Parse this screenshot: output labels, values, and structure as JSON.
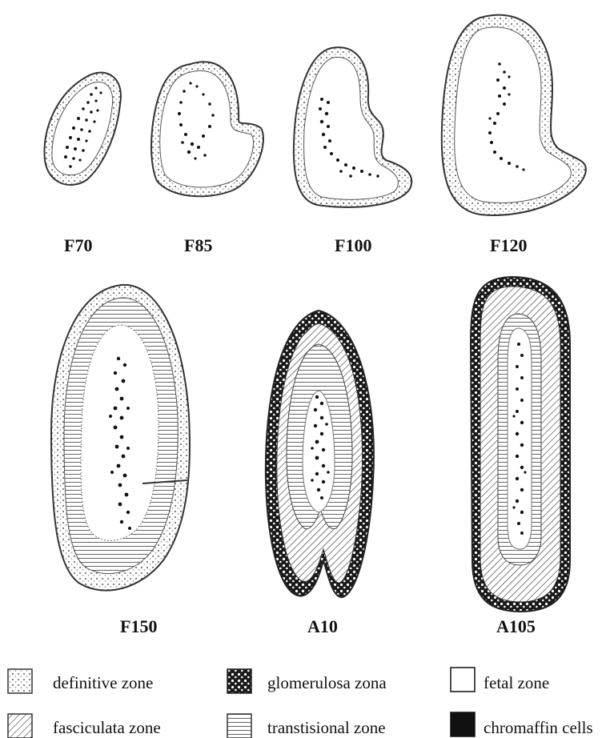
{
  "stages": [
    {
      "id": "F70",
      "label": "F70"
    },
    {
      "id": "F85",
      "label": "F85"
    },
    {
      "id": "F100",
      "label": "F100"
    },
    {
      "id": "F120",
      "label": "F120"
    },
    {
      "id": "F150",
      "label": "F150"
    },
    {
      "id": "A10",
      "label": "A10"
    },
    {
      "id": "A105",
      "label": "A105"
    }
  ],
  "legend": [
    {
      "key": "definitive",
      "label": "definitive zone"
    },
    {
      "key": "glomerulosa",
      "label": "glomerulosa zona"
    },
    {
      "key": "fetal",
      "label": "fetal zone"
    },
    {
      "key": "fasciculata",
      "label": "fasciculata zone"
    },
    {
      "key": "transitional",
      "label": "transtisional zone"
    },
    {
      "key": "chromaffin",
      "label": "chromaffin cells"
    }
  ],
  "colors": {
    "ink": "#111111",
    "paper": "#ffffff",
    "stipple": "#8a8a8a"
  }
}
